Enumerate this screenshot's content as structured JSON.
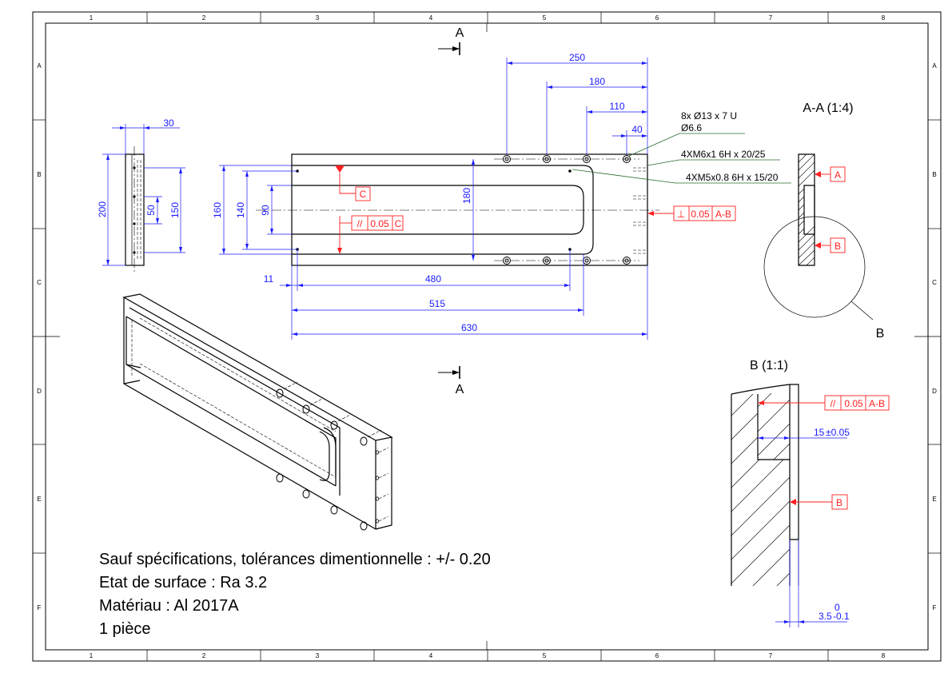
{
  "zones": {
    "columns": [
      "1",
      "2",
      "3",
      "4",
      "5",
      "6",
      "7",
      "8"
    ],
    "rows": [
      "A",
      "B",
      "C",
      "D",
      "E",
      "F"
    ]
  },
  "section_marks": {
    "top": "A",
    "bottom": "A"
  },
  "views": {
    "section_aa": "A-A (1:4)",
    "detail_b": "B (1:1)",
    "detail_circle_label": "B"
  },
  "dimensions": {
    "side": {
      "d30": "30",
      "d200": "200",
      "d150": "150",
      "d50": "50"
    },
    "front": {
      "d250": "250",
      "d180_top": "180",
      "d110": "110",
      "d40": "40",
      "d160": "160",
      "d140": "140",
      "d90": "90",
      "d180_v": "180",
      "d11": "11",
      "d480": "480",
      "d515": "515",
      "d630": "630"
    },
    "detail": {
      "d15": "15",
      "d15_tol": "±0.05",
      "d35": "3.5",
      "d35_upper": "0",
      "d35_lower": "-0.1"
    }
  },
  "callouts": {
    "holes_line1": "8x Ø13 x 7 U",
    "holes_line2": "Ø6.6",
    "thread1": "4XM6x1 6H x 20/25",
    "thread2": "4XM5x0.8 6H x 15/20"
  },
  "datums": {
    "a": "A",
    "b": "B",
    "c": "C"
  },
  "tolerances": {
    "parallel_c": {
      "symbol": "//",
      "value": "0.05",
      "ref": "C"
    },
    "perp_ab": {
      "symbol": "⊥",
      "value": "0.05",
      "ref": "A-B"
    },
    "parallel_ab": {
      "symbol": "//",
      "value": "0.05",
      "ref": "A-B"
    }
  },
  "notes": [
    "Sauf spécifications, tolérances dimentionnelle : +/- 0.20",
    "Etat de surface : Ra 3.2",
    "Matériau : Al 2017A",
    "1 pièce"
  ],
  "colors": {
    "dimension": "#1a1aff",
    "gdt": "#ff2020",
    "line": "#000000"
  }
}
